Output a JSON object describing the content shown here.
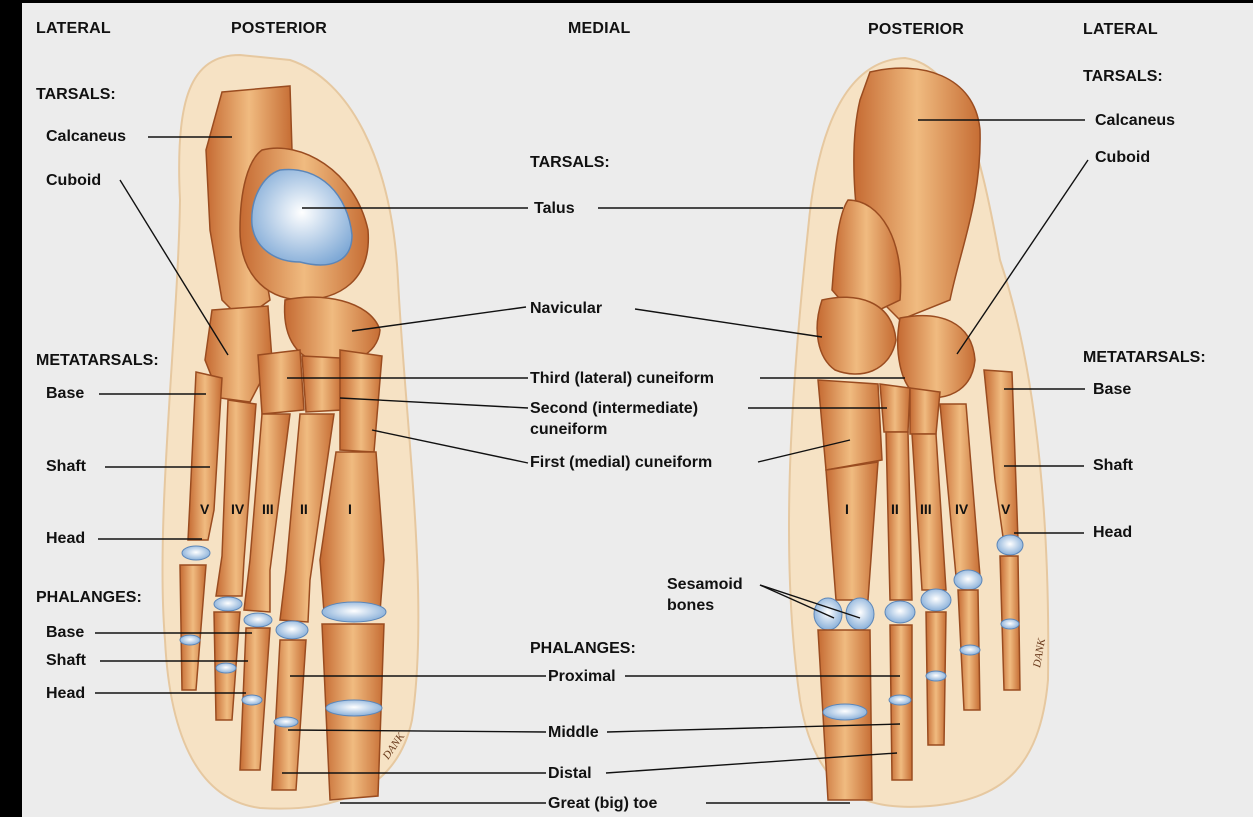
{
  "headers": {
    "left_lateral": "LATERAL",
    "left_posterior": "POSTERIOR",
    "medial": "MEDIAL",
    "right_posterior": "POSTERIOR",
    "right_lateral": "LATERAL"
  },
  "left": {
    "tarsals": "TARSALS:",
    "calcaneus": "Calcaneus",
    "cuboid": "Cuboid",
    "metatarsals": "METATARSALS:",
    "base": "Base",
    "shaft": "Shaft",
    "head": "Head",
    "phalanges": "PHALANGES:",
    "ph_base": "Base",
    "ph_shaft": "Shaft",
    "ph_head": "Head",
    "numerals": [
      "V",
      "IV",
      "III",
      "II",
      "I"
    ],
    "signature": "DANK"
  },
  "center": {
    "tarsals": "TARSALS:",
    "talus": "Talus",
    "navicular": "Navicular",
    "third_cuneiform": "Third (lateral) cuneiform",
    "second_cuneiform_1": "Second (intermediate)",
    "second_cuneiform_2": "cuneiform",
    "first_cuneiform": "First (medial) cuneiform",
    "sesamoid_1": "Sesamoid",
    "sesamoid_2": "bones",
    "phalanges": "PHALANGES:",
    "proximal": "Proximal",
    "middle": "Middle",
    "distal": "Distal",
    "great_toe": "Great (big) toe"
  },
  "right": {
    "tarsals": "TARSALS:",
    "calcaneus": "Calcaneus",
    "cuboid": "Cuboid",
    "metatarsals": "METATARSALS:",
    "base": "Base",
    "shaft": "Shaft",
    "head": "Head",
    "numerals": [
      "I",
      "II",
      "III",
      "IV",
      "V"
    ],
    "signature": "DANK"
  },
  "colors": {
    "background": "#ececec",
    "bone": "#e8a96a",
    "bone_shadow": "#c8703a",
    "cartilage": "#a9c8e6",
    "soft_tissue": "#f7e3c6",
    "leader_line": "#111111"
  }
}
